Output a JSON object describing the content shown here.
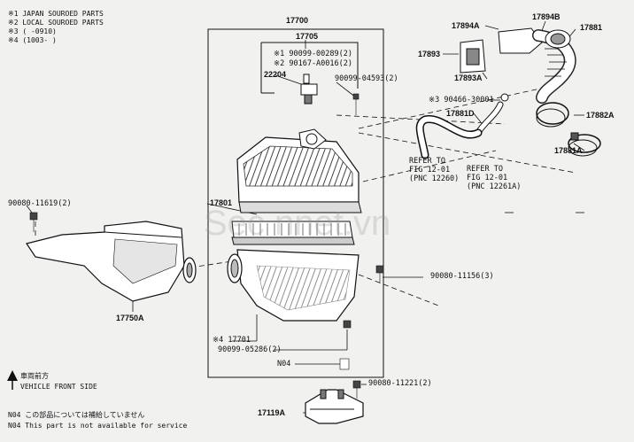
{
  "notes": [
    "※1 JAPAN SOUROED PARTS",
    "※2 LOCAL SOUROED PARTS",
    "※3 (     -0910)",
    "※4 (1003-     )"
  ],
  "labels": {
    "p17700": "17700",
    "p17705": "17705",
    "p90099_00289": "※1 90099-00289(2)",
    "p90167_a0016": "※2 90167-A0016(2)",
    "p22204": "22204",
    "p90099_04593": "90099-04593(2)",
    "p17801": "17801",
    "p90080_11619": "90080-11619(2)",
    "p17750a": "17750A",
    "p17701": "※4 17701",
    "p90099_05286": "90099-05286(2)",
    "n04": "N04",
    "p17119a": "17119A",
    "p90080_11221": "90080-11221(2)",
    "p90080_11156": "90080-11156(3)",
    "p17894a": "17894A",
    "p17894b": "17894B",
    "p17881": "17881",
    "p17893": "17893",
    "p17893a": "17893A",
    "p90466": "※3 90466-30001",
    "p17881d": "17881D",
    "p17882a": "17882A",
    "p17881a": "17881A",
    "refer1": [
      "REFER TO",
      "FIG 12-01",
      "(PNC 12260)"
    ],
    "refer2": [
      "REFER TO",
      "FIG 12-01",
      "(PNC 12261A)"
    ]
  },
  "direction": {
    "jp": "車両前方",
    "en": "VEHICLE FRONT SIDE"
  },
  "footer": {
    "jp": "N04 この部品については補給していません",
    "en": "N04 This part is not available for service"
  },
  "watermark": "Sec  nnet.vn"
}
